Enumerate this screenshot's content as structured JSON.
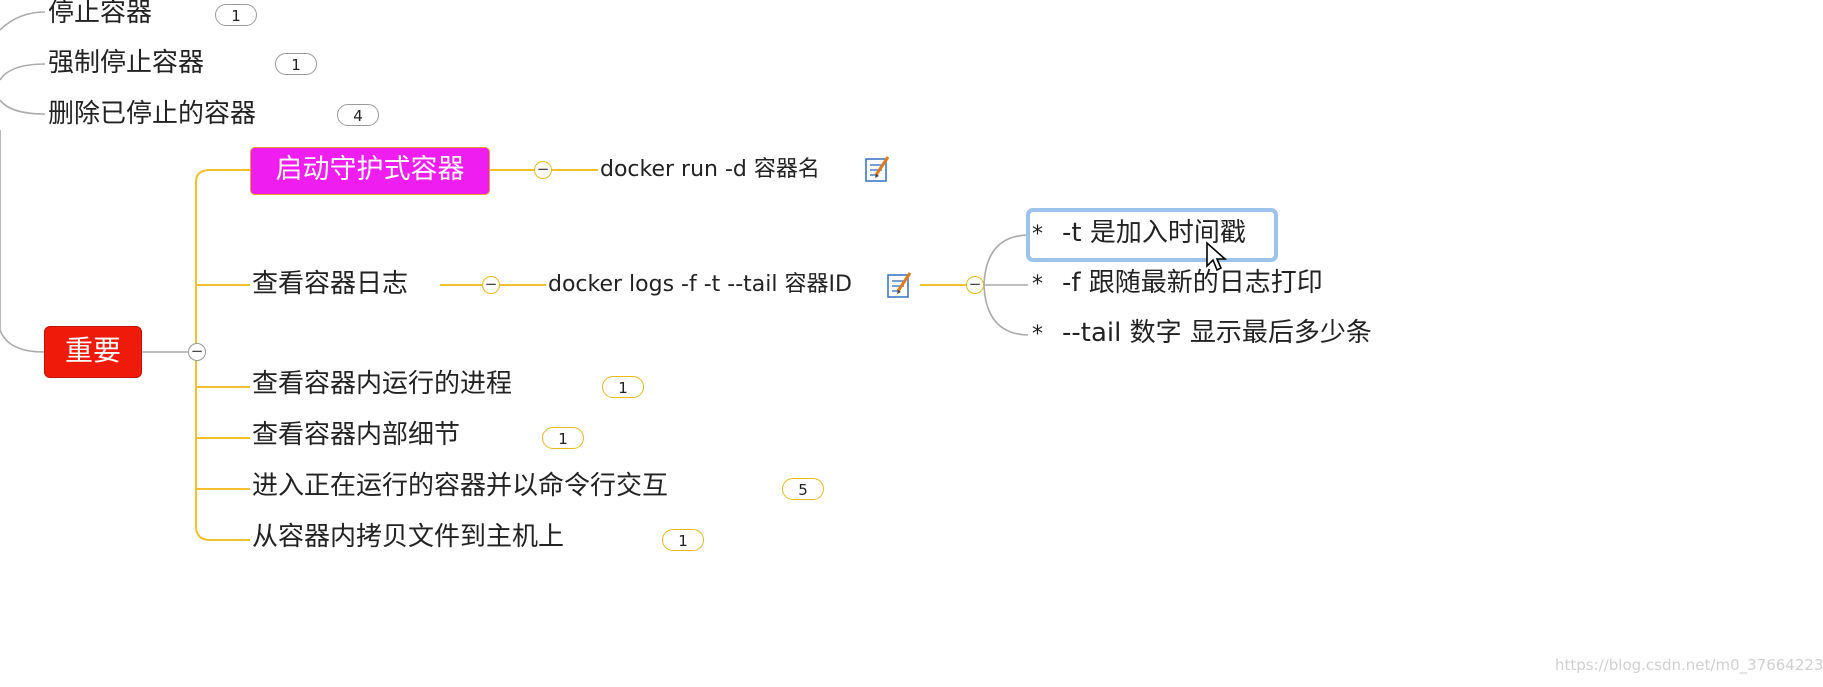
{
  "top_items": [
    {
      "label": "停止容器",
      "count": "1"
    },
    {
      "label": "强制停止容器",
      "count": "1"
    },
    {
      "label": "删除已停止的容器",
      "count": "4"
    }
  ],
  "root": {
    "label": "重要"
  },
  "branches": {
    "daemon": {
      "label": "启动守护式容器",
      "command": "docker run -d 容器名"
    },
    "logs": {
      "label": "查看容器日志",
      "command": "docker logs -f -t --tail 容器ID",
      "options": [
        {
          "bullet": "*",
          "text": "-t 是加入时间戳"
        },
        {
          "bullet": "*",
          "text": "-f 跟随最新的日志打印"
        },
        {
          "bullet": "*",
          "text": "--tail 数字 显示最后多少条"
        }
      ]
    },
    "others": [
      {
        "label": "查看容器内运行的进程",
        "count": "1"
      },
      {
        "label": "查看容器内部细节",
        "count": "1"
      },
      {
        "label": "进入正在运行的容器并以命令行交互",
        "count": "5"
      },
      {
        "label": "从容器内拷贝文件到主机上",
        "count": "1"
      }
    ]
  },
  "collapse_symbol": "−",
  "watermark": "https://blog.csdn.net/m0_37664223",
  "colors": {
    "root_fill": "#ef1a0a",
    "daemon_fill": "#f01df0",
    "branch_line": "#f0c030",
    "gray_line": "#aaaaaa",
    "selection": "#9cc3ec"
  },
  "icons": [
    "note-icon",
    "collapse-icon",
    "mouse-cursor-icon"
  ]
}
